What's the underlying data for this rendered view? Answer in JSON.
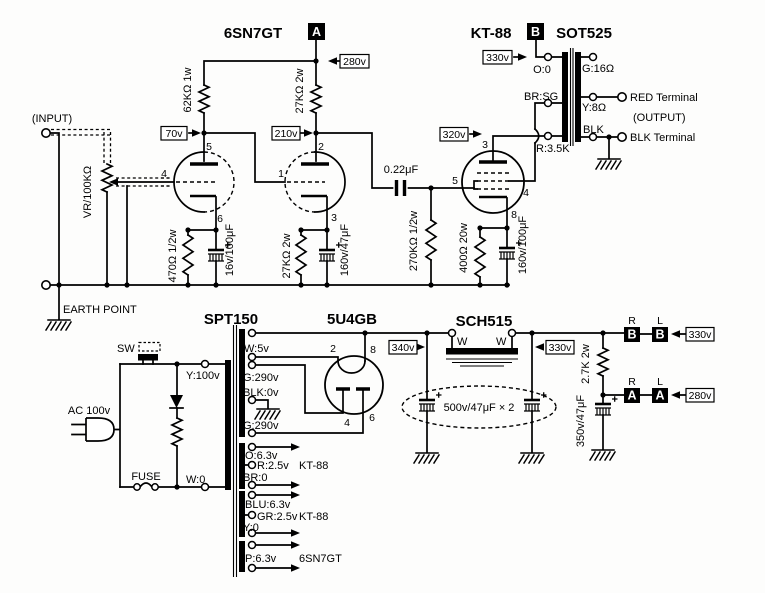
{
  "titles": {
    "preamp_tube": "6SN7GT",
    "power_tube": "KT-88",
    "output_transformer": "SOT525",
    "power_transformer": "SPT150",
    "rectifier_tube": "5U4GB",
    "choke": "SCH515"
  },
  "connectors": {
    "a": "A",
    "b": "B",
    "right": "R",
    "left": "L"
  },
  "voltages": {
    "v280": "280v",
    "v70": "70v",
    "v210": "210v",
    "v320": "320v",
    "v330": "330v",
    "v340": "340v"
  },
  "pins": {
    "1": "1",
    "2": "2",
    "3": "3",
    "4": "4",
    "5": "5",
    "6": "6",
    "8": "8"
  },
  "input": {
    "label": "(INPUT)",
    "volume": "VR/100KΩ",
    "earth": "EARTH POINT"
  },
  "preamp": {
    "plate_r1": "62KΩ 1w",
    "plate_r2": "27KΩ 2w",
    "cathode_r1": "470Ω 1/2w",
    "cathode_c1": "16v/100μF",
    "cathode_r2": "27KΩ 2w",
    "cathode_c2": "160v/47μF"
  },
  "coupling": {
    "cap": "0.22μF",
    "grid_r": "270KΩ 1/2w"
  },
  "power_stage": {
    "cathode_r": "400Ω 20w",
    "cathode_c": "160v/100μF"
  },
  "opt": {
    "o0": "O:0",
    "br_sg": "BR:SG",
    "r_35k": "R:3.5K",
    "g_16": "G:16Ω",
    "y_8": "Y:8Ω",
    "blk": "BLK",
    "red_terminal": "RED Terminal",
    "output": "(OUTPUT)",
    "blk_terminal": "BLK Terminal"
  },
  "mains": {
    "ac": "AC 100v",
    "sw": "SW",
    "fuse": "FUSE",
    "y100": "Y:100v",
    "w0": "W:0"
  },
  "pt_secondary": {
    "w5": "W:5v",
    "g290": "G:290v",
    "blk0": "BLK:0v",
    "o63": "O:6.3v",
    "r25": "R:2.5v",
    "kt88": "KT-88",
    "br0": "BR:0",
    "blu63": "BLU:6.3v",
    "gr25": "GR:2.5v",
    "y0": "Y:0",
    "p63": "P:6.3v",
    "sn7gt": "6SN7GT"
  },
  "filter": {
    "w": "W",
    "caps": "500v/47μF × 2",
    "drop_r": "2.7K 2w",
    "drop_c": "350v/47μF"
  }
}
